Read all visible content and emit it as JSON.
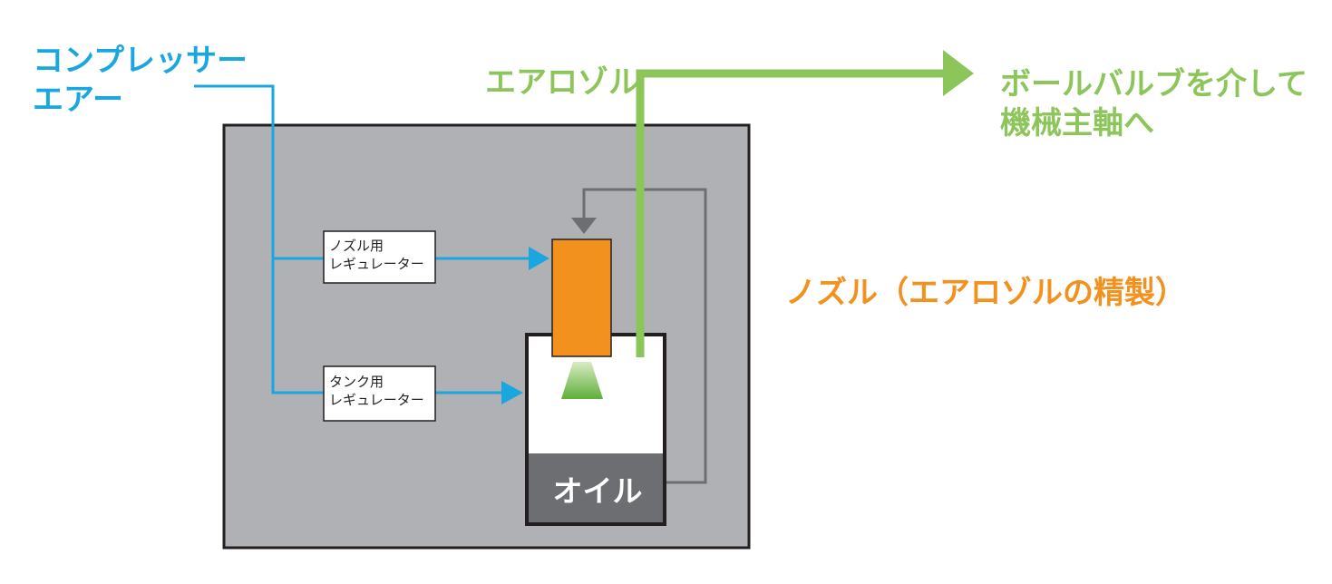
{
  "labels": {
    "compressor_air": [
      "コンプレッサー",
      "エアー"
    ],
    "aerosol": "エアロゾル",
    "destination": [
      "ボールバルブを介して",
      "機械主軸へ"
    ],
    "nozzle_caption": "ノズル（エアロゾルの精製）",
    "nozzle_regulator": [
      "ノズル用",
      "レギュレーター"
    ],
    "tank_regulator": [
      "タンク用",
      "レギュレーター"
    ],
    "oil": "オイル"
  },
  "colors": {
    "compressor_air": "#1aa7e0",
    "aerosol": "#8cc55a",
    "nozzle": "#f2911e",
    "housing": "#b0b1b5",
    "oil": "#6d6e71",
    "return_line": "#6d6e71"
  }
}
